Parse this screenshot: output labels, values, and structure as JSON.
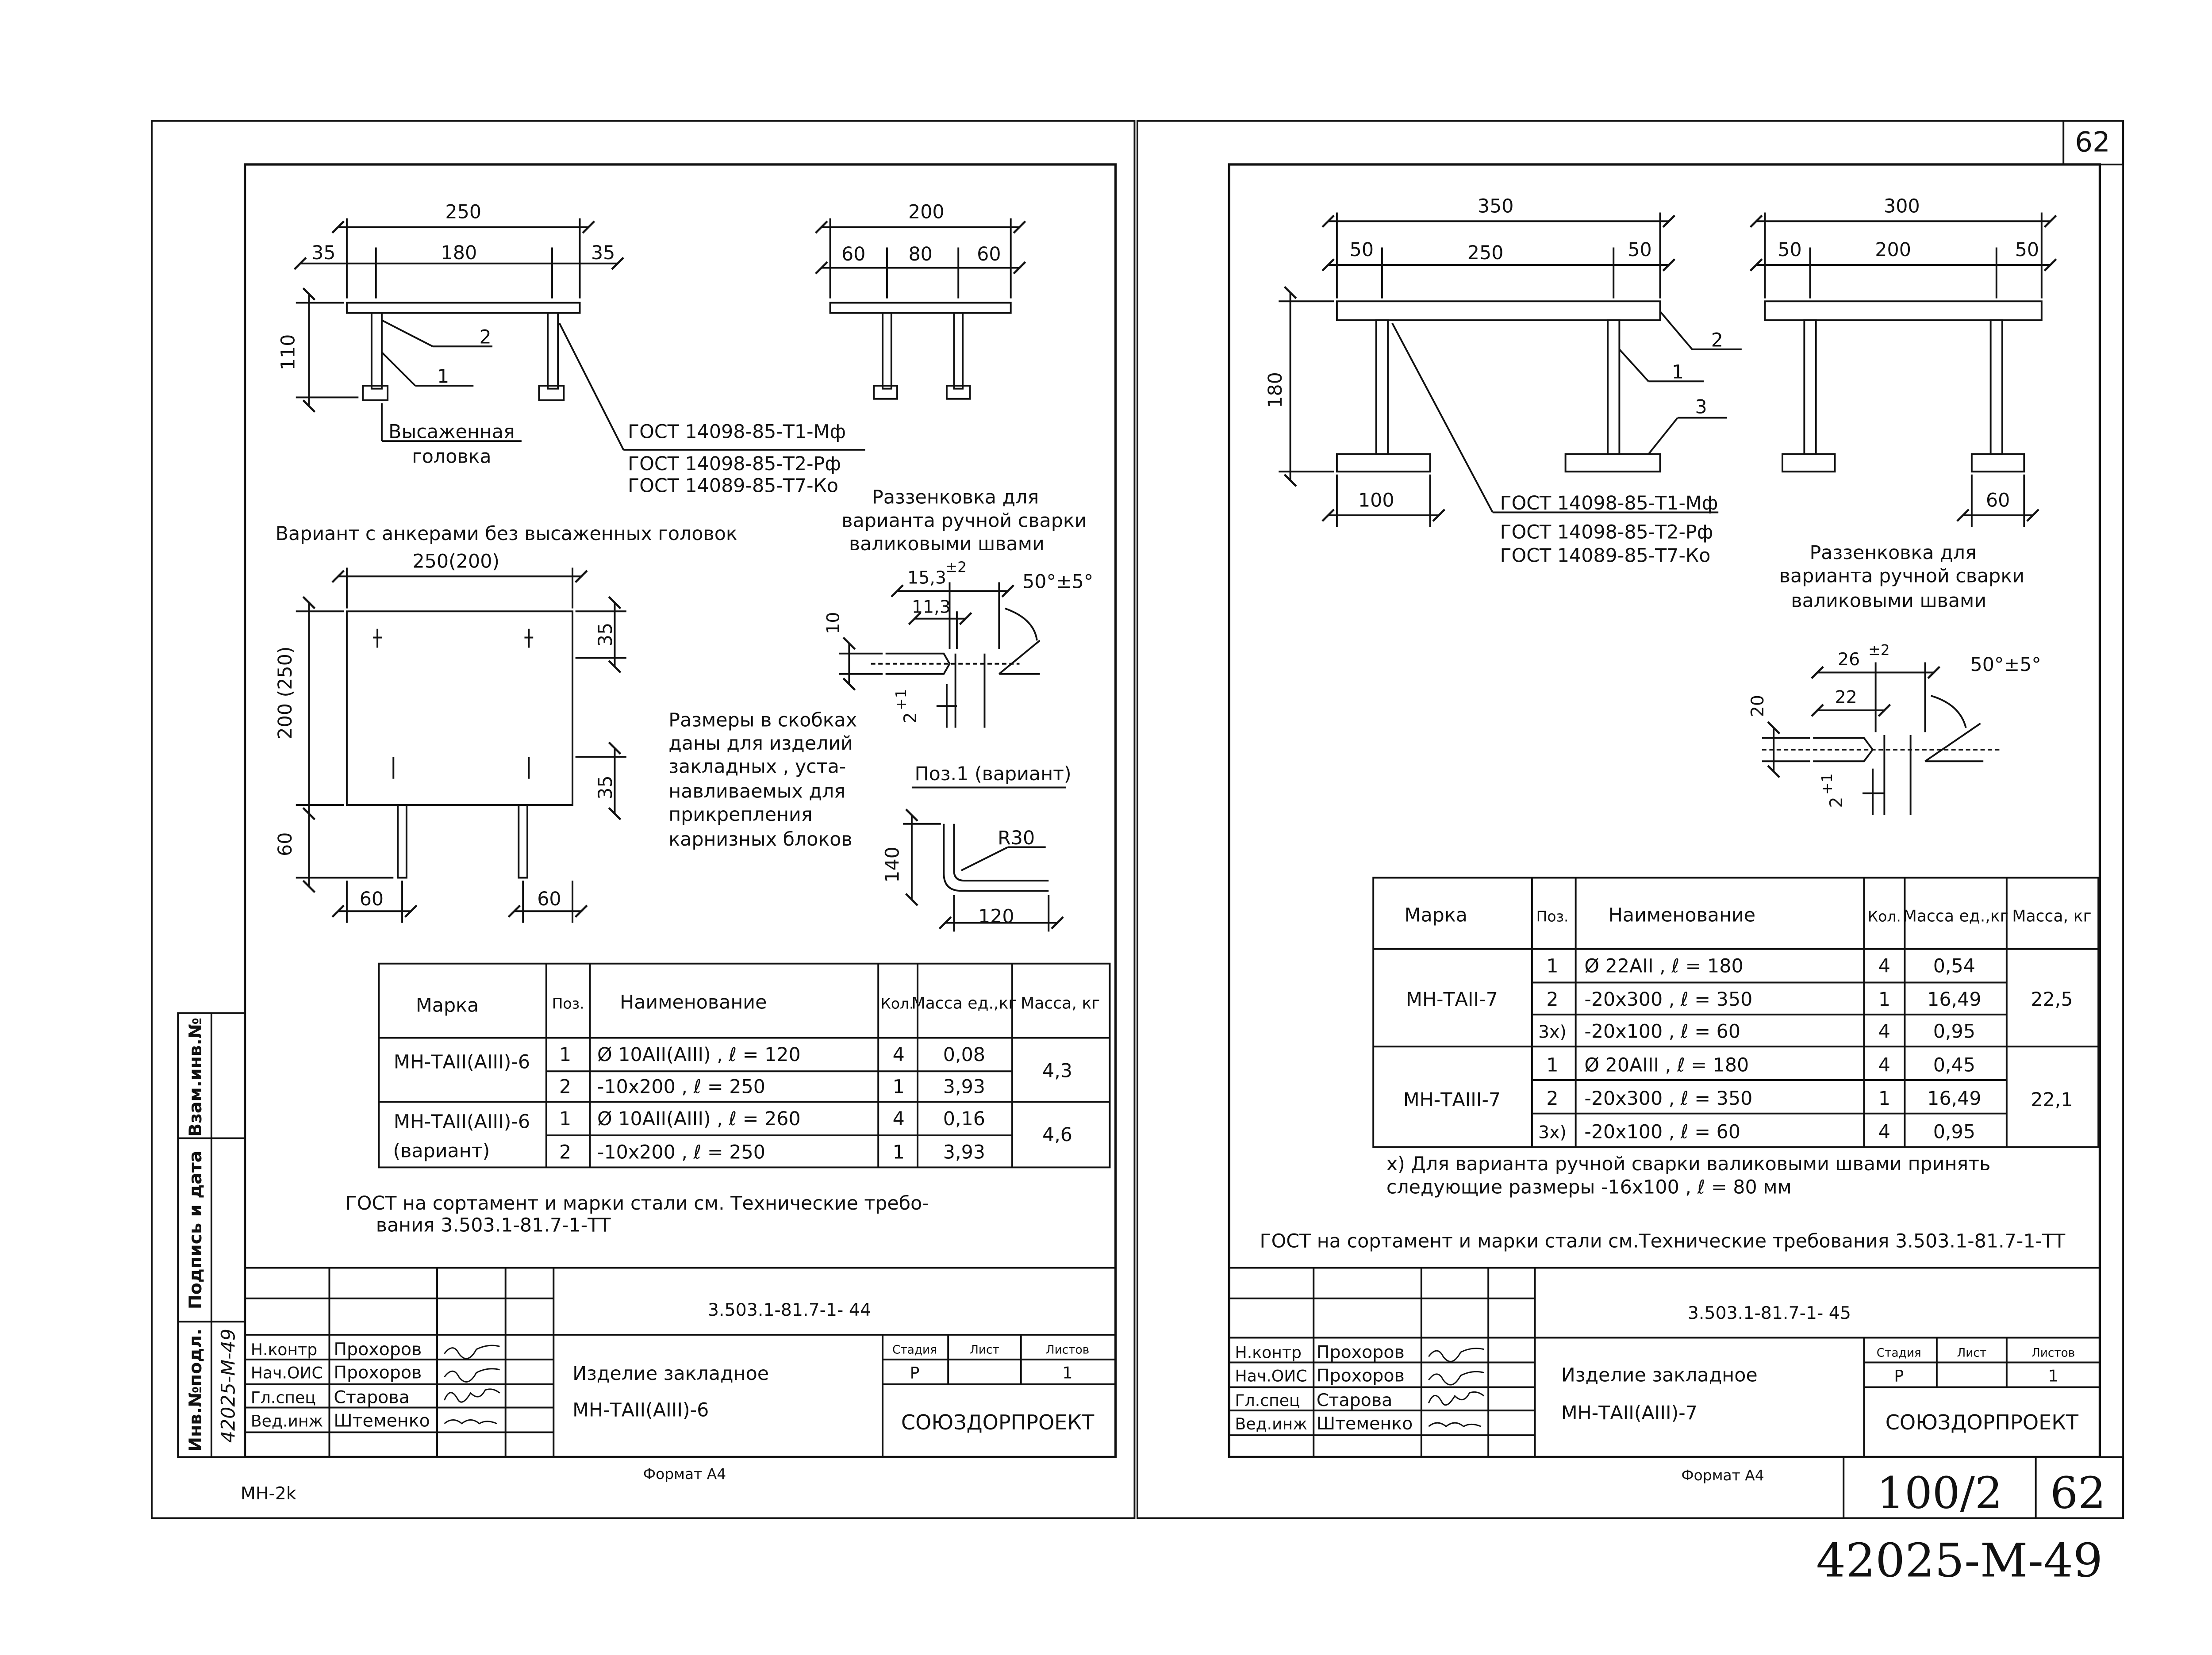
{
  "page_number_top": "62",
  "bottom_code": "42025-М-49",
  "footer_page": {
    "sheet": "100/2",
    "page": "62"
  },
  "left_sheet": {
    "top_view_dims": {
      "overall": "250",
      "inner": "180",
      "left": "35",
      "right": "35",
      "height": "110"
    },
    "side_view_dims": {
      "overall": "200",
      "left": "60",
      "mid": "80",
      "right": "60"
    },
    "callout_1": "1",
    "callout_2": "2",
    "head_label_1": "Высаженная",
    "head_label_2": "головка",
    "gost_lines": [
      "ГОСТ 14098-85-Т1-Мф",
      "ГОСТ 14098-85-Т2-Рф",
      "ГОСТ 14089-85-Т7-Ко"
    ],
    "variant_title": "Вариант с анкерами без высаженных головок",
    "chamfer_title_lines": [
      "Раззенковка для",
      "варианта ручной сварки",
      "валиковыми швами"
    ],
    "chamfer_dims": {
      "d1": "15,3",
      "d1_tol": "±2",
      "d2": "11,3",
      "angle": "50°±5°",
      "h": "10",
      "gap": "2",
      "gap_tol": "+1"
    },
    "variant_dims": {
      "width": "250(200)",
      "height": "200 (250)",
      "top": "35",
      "bottom": "35",
      "leg": "60",
      "left": "60",
      "right": "60"
    },
    "notes_lines": [
      "Размеры в скобках",
      "даны для изделий",
      "закладных , уста-",
      "навливаемых для",
      "прикрепления",
      "карнизных блоков"
    ],
    "pos1_title": "Поз.1 (вариант)",
    "pos1_dims": {
      "radius": "R30",
      "h": "140",
      "w": "120"
    },
    "table": {
      "headers": [
        "Марка",
        "Поз.",
        "Наименование",
        "Кол.",
        "Масса ед.,кг",
        "Масса, кг"
      ],
      "groups": [
        {
          "mark": [
            "МН-ТАII(АIII)-6"
          ],
          "total": "4,3",
          "rows": [
            [
              "1",
              "Ø 10АII(АIII) , ℓ = 120",
              "4",
              "0,08"
            ],
            [
              "2",
              "-10х200 ,   ℓ = 250",
              "1",
              "3,93"
            ]
          ]
        },
        {
          "mark": [
            "МН-ТАII(АIII)-6",
            "(вариант)"
          ],
          "total": "4,6",
          "rows": [
            [
              "1",
              "Ø 10АII(АIII) , ℓ = 260",
              "4",
              "0,16"
            ],
            [
              "2",
              "-10х200 ,   ℓ = 250",
              "1",
              "3,93"
            ]
          ]
        }
      ]
    },
    "gost_note_lines": [
      "ГОСТ на сортамент и марки стали см. Технические требо-",
      "вания 3.503.1-81.7-1-ТТ"
    ],
    "stamp": {
      "doc_code": "3.503.1-81.7-1- 44",
      "roles": [
        "Н.контр",
        "Нач.ОИС",
        "Гл.спец",
        "Вед.инж"
      ],
      "names": [
        "Прохоров",
        "Прохоров",
        "Старова",
        "Штеменко"
      ],
      "title_lines": [
        "Изделие закладное",
        "МН-ТАII(АIII)-6"
      ],
      "headers": [
        "Стадия",
        "Лист",
        "Листов"
      ],
      "values": [
        "Р",
        "",
        "1"
      ],
      "org": "СОЮЗДОРПРОЕКТ"
    },
    "side_stamp": [
      "Взам.инв.№",
      "Подпись и дата",
      "Инв.№подл.",
      "42025-М-49"
    ],
    "format": "Формат А4",
    "corner_code": "МН-2k"
  },
  "right_sheet": {
    "front_dims": {
      "overall": "350",
      "inner": "250",
      "left": "50",
      "right": "50",
      "height": "180",
      "foot": "100"
    },
    "side_dims": {
      "overall": "300",
      "inner": "200",
      "left": "50",
      "right": "50",
      "foot": "60"
    },
    "callouts": [
      "2",
      "1",
      "3"
    ],
    "gost_lines": [
      "ГОСТ 14098-85-Т1-Мф",
      "ГОСТ 14098-85-Т2-Рф",
      "ГОСТ 14089-85-Т7-Ко"
    ],
    "chamfer_title_lines": [
      "Раззенковка для",
      "варианта ручной сварки",
      "валиковыми швами"
    ],
    "chamfer_dims": {
      "d1": "26",
      "d1_tol": "±2",
      "d2": "22",
      "angle": "50°±5°",
      "h": "20",
      "gap": "2",
      "gap_tol": "+1"
    },
    "table": {
      "headers": [
        "Марка",
        "Поз.",
        "Наименование",
        "Кол.",
        "Масса ед.,кг",
        "Масса, кг"
      ],
      "groups": [
        {
          "mark": [
            "МН-ТАII-7"
          ],
          "total": "22,5",
          "rows": [
            [
              "1",
              "Ø 22АII , ℓ = 180",
              "4",
              "0,54"
            ],
            [
              "2",
              "-20х300 , ℓ = 350",
              "1",
              "16,49"
            ],
            [
              "3х)",
              "-20х100 , ℓ = 60",
              "4",
              "0,95"
            ]
          ]
        },
        {
          "mark": [
            "МН-ТАIII-7"
          ],
          "total": "22,1",
          "rows": [
            [
              "1",
              "Ø 20АIII , ℓ = 180",
              "4",
              "0,45"
            ],
            [
              "2",
              "-20х300 , ℓ = 350",
              "1",
              "16,49"
            ],
            [
              "3х)",
              "-20х100 , ℓ = 60",
              "4",
              "0,95"
            ]
          ]
        }
      ]
    },
    "footnote_lines": [
      "х) Для варианта ручной сварки валиковыми швами принять",
      "следующие размеры -16х100 , ℓ = 80 мм"
    ],
    "gost_note": "ГОСТ на сортамент и марки стали см.Технические требования 3.503.1-81.7-1-ТТ",
    "stamp": {
      "doc_code": "3.503.1-81.7-1- 45",
      "roles": [
        "Н.контр",
        "Нач.ОИС",
        "Гл.спец",
        "Вед.инж"
      ],
      "names": [
        "Прохоров",
        "Прохоров",
        "Старова",
        "Штеменко"
      ],
      "title_lines": [
        "Изделие закладное",
        "МН-ТАII(АIII)-7"
      ],
      "headers": [
        "Стадия",
        "Лист",
        "Листов"
      ],
      "values": [
        "Р",
        "",
        "1"
      ],
      "org": "СОЮЗДОРПРОЕКТ"
    },
    "format": "Формат А4"
  }
}
